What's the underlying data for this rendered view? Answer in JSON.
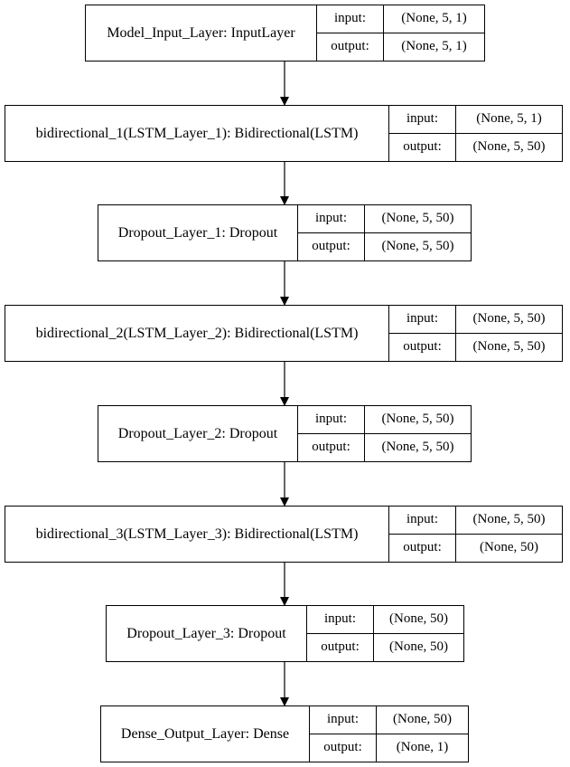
{
  "layers": [
    {
      "label": "Model_Input_Layer: InputLayer",
      "input_label": "input:",
      "input": "(None, 5, 1)",
      "output_label": "output:",
      "output": "(None, 5, 1)"
    },
    {
      "label": "bidirectional_1(LSTM_Layer_1): Bidirectional(LSTM)",
      "input_label": "input:",
      "input": "(None, 5, 1)",
      "output_label": "output:",
      "output": "(None, 5, 50)"
    },
    {
      "label": "Dropout_Layer_1: Dropout",
      "input_label": "input:",
      "input": "(None, 5, 50)",
      "output_label": "output:",
      "output": "(None, 5, 50)"
    },
    {
      "label": "bidirectional_2(LSTM_Layer_2): Bidirectional(LSTM)",
      "input_label": "input:",
      "input": "(None, 5, 50)",
      "output_label": "output:",
      "output": "(None, 5, 50)"
    },
    {
      "label": "Dropout_Layer_2: Dropout",
      "input_label": "input:",
      "input": "(None, 5, 50)",
      "output_label": "output:",
      "output": "(None, 5, 50)"
    },
    {
      "label": "bidirectional_3(LSTM_Layer_3): Bidirectional(LSTM)",
      "input_label": "input:",
      "input": "(None, 5, 50)",
      "output_label": "output:",
      "output": "(None, 50)"
    },
    {
      "label": "Dropout_Layer_3: Dropout",
      "input_label": "input:",
      "input": "(None, 50)",
      "output_label": "output:",
      "output": "(None, 50)"
    },
    {
      "label": "Dense_Output_Layer: Dense",
      "input_label": "input:",
      "input": "(None, 50)",
      "output_label": "output:",
      "output": "(None, 1)"
    }
  ]
}
